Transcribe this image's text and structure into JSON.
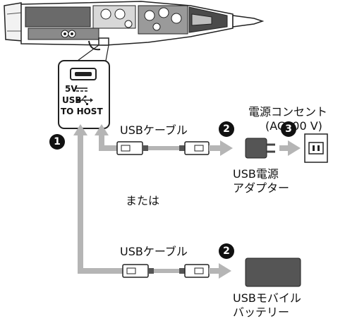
{
  "port_panel": {
    "line_5v": "5V",
    "line_usb": "USB",
    "line_host": "TO HOST"
  },
  "labels": {
    "usb_cable": "USBケーブル",
    "usb_cable_2": "USBケーブル",
    "outlet_title": "電源コンセント",
    "outlet_voltage": "(AC100 V)",
    "adapter_line1": "USB電源",
    "adapter_line2": "アダプター",
    "or": "または",
    "battery_line1": "USBモバイル",
    "battery_line2": "バッテリー"
  },
  "badges": {
    "step1": "1",
    "step2_top": "2",
    "step3": "3",
    "step2_bottom": "2"
  },
  "colors": {
    "arrow": "#b5b5b5",
    "device_body": "#555555",
    "outline": "#222222"
  }
}
